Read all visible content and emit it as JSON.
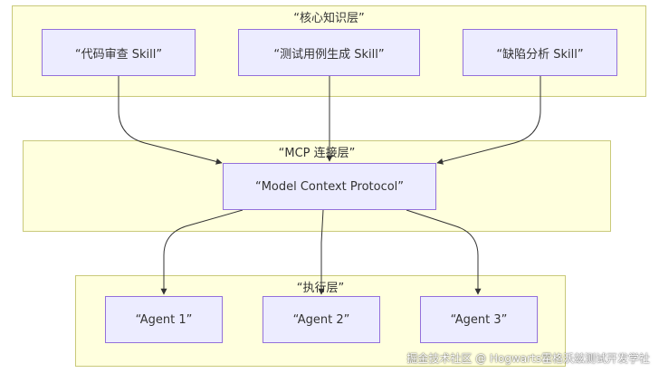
{
  "layers": {
    "core": {
      "title": "“核心知识层”"
    },
    "mcp": {
      "title": "“MCP 连接层”"
    },
    "exec": {
      "title": "“执行层”"
    }
  },
  "nodes": {
    "code_review": "“代码审查 Skill”",
    "test_gen": "“测试用例生成 Skill”",
    "defect": "“缺陷分析 Skill”",
    "mcp": "“Model Context Protocol”",
    "agent1": "“Agent 1”",
    "agent2": "“Agent 2”",
    "agent3": "“Agent 3”"
  },
  "edges": [
    {
      "from": "code_review",
      "to": "mcp"
    },
    {
      "from": "test_gen",
      "to": "mcp"
    },
    {
      "from": "defect",
      "to": "mcp"
    },
    {
      "from": "mcp",
      "to": "agent1"
    },
    {
      "from": "mcp",
      "to": "agent2"
    },
    {
      "from": "mcp",
      "to": "agent3"
    }
  ],
  "watermark": "掘金技术社区 @ Hogwarts霍格沃兹测试开发学社",
  "colors": {
    "layer_fill": "#ffffde",
    "layer_border": "#c9c97a",
    "node_fill": "#ececff",
    "node_border": "#9370db",
    "edge": "#333333"
  }
}
